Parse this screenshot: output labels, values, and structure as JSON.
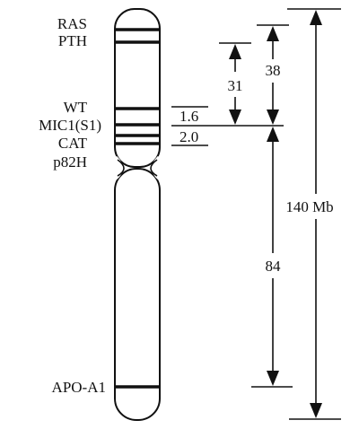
{
  "genes": {
    "ras": "RAS",
    "pth": "PTH",
    "wt": "WT",
    "mic1": "MIC1(S1)",
    "cat": "CAT",
    "p82h": "p82H",
    "apoa1": "APO-A1"
  },
  "distances": {
    "d31": "31",
    "d38": "38",
    "d84": "84",
    "total": "140 Mb"
  },
  "intervals": {
    "upper": "1.6",
    "lower": "2.0"
  },
  "colors": {
    "ink": "#111111",
    "background": "#ffffff"
  }
}
